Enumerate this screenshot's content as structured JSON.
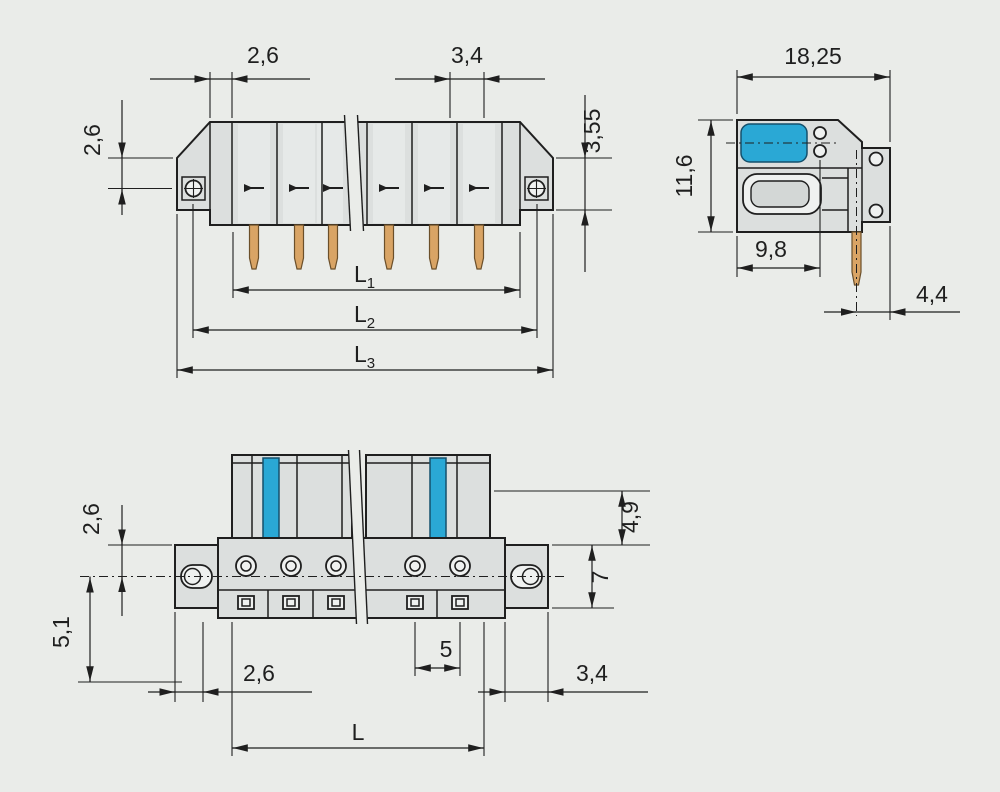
{
  "drawing": {
    "background": "#eaece9",
    "line_color": "#1f1f1f",
    "body_fill": "#dcdfde",
    "accent_blue": "#2aa8d5",
    "pin_fill": "#d9a465"
  },
  "views": {
    "front": {
      "dims": {
        "edge_to_contact": "2,6",
        "slot_width": "3,4",
        "flange_to_center": "2,6",
        "top_to_base": "3,55",
        "l1_main": "L",
        "l1_sub": "1",
        "l2_main": "L",
        "l2_sub": "2",
        "l3_main": "L",
        "l3_sub": "3"
      }
    },
    "side": {
      "dims": {
        "overall_depth": "18,25",
        "overall_height": "11,6",
        "edge_to_pin": "9,8",
        "pin_to_edge": "4,4"
      }
    },
    "bottom": {
      "dims": {
        "flange_to_center": "2,6",
        "center_to_tail": "5,1",
        "latch_height": "4,9",
        "flange_height": "7",
        "edge_offset": "2,6",
        "pin_pitch": "5",
        "end_offset": "3,4",
        "length_main": "L"
      }
    }
  }
}
